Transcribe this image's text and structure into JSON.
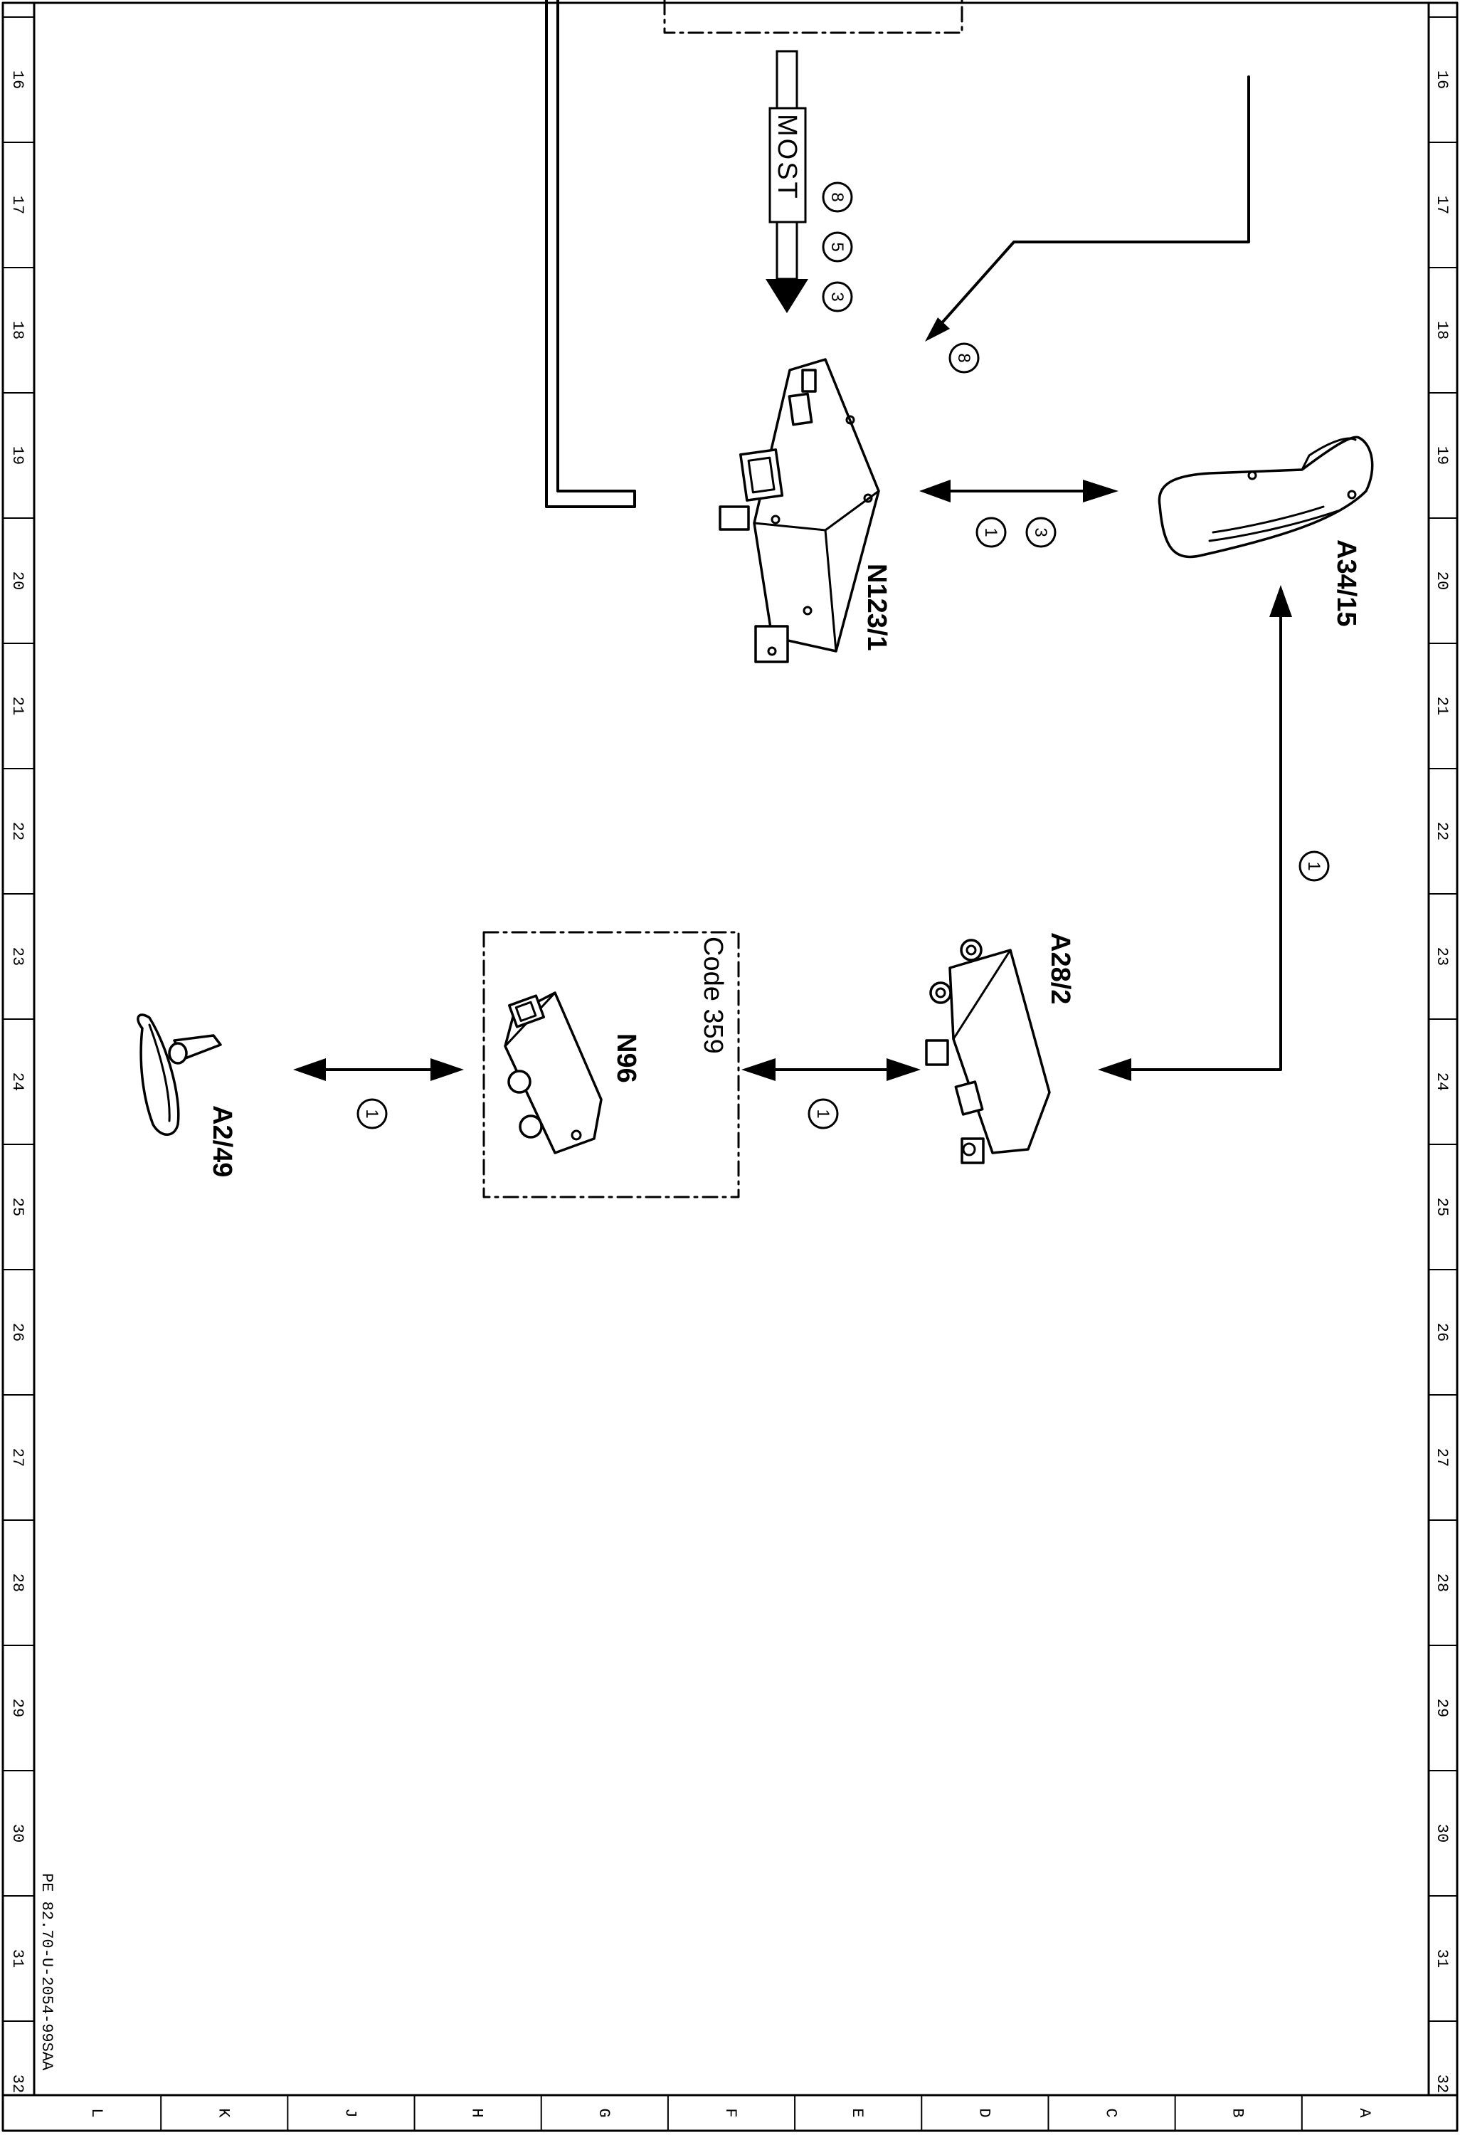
{
  "sheet_reference": "PE 82.70-U-2054-99SAA",
  "row_numbers": [
    "16",
    "17",
    "18",
    "19",
    "20",
    "21",
    "22",
    "23",
    "24",
    "25",
    "26",
    "27",
    "28",
    "29",
    "30",
    "31",
    "32"
  ],
  "column_letters": [
    "L",
    "K",
    "J",
    "H",
    "G",
    "F",
    "E",
    "D",
    "C",
    "B",
    "A"
  ],
  "bus": {
    "label": "MOST",
    "callouts": [
      "8",
      "5",
      "3"
    ]
  },
  "components": {
    "n123": {
      "label": "N123/1"
    },
    "a34": {
      "label": "A34/15"
    },
    "a28": {
      "label": "A28/2"
    },
    "n96": {
      "label": "N96",
      "option_label": "Code 359"
    },
    "a2": {
      "label": "A2/49"
    }
  },
  "callouts": {
    "feed_into_n123": "8",
    "n123_a34": [
      "1",
      "3"
    ],
    "a34_a28": "1",
    "a28_n96": "1",
    "n96_a2": "1"
  }
}
